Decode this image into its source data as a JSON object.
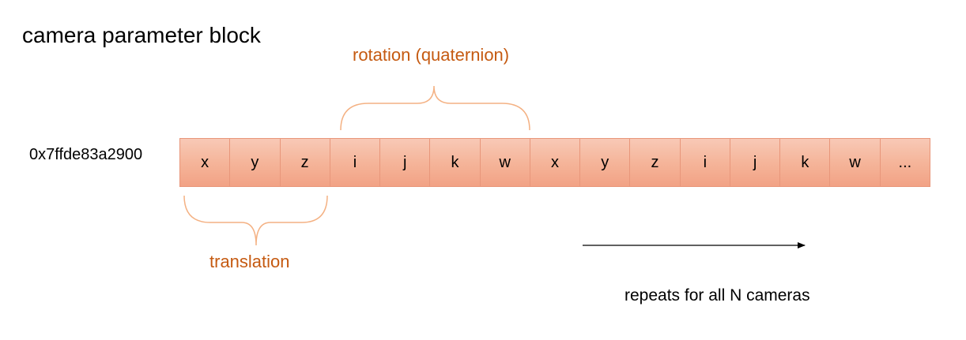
{
  "title": "camera parameter block",
  "address": "0x7ffde83a2900",
  "cells": [
    "x",
    "y",
    "z",
    "i",
    "j",
    "k",
    "w",
    "x",
    "y",
    "z",
    "i",
    "j",
    "k",
    "w",
    "..."
  ],
  "braces": {
    "rotation": "rotation (quaternion)",
    "translation": "translation"
  },
  "repeat_note": "repeats for all N cameras",
  "colors": {
    "cell_fill_top": "#f8c9b6",
    "cell_fill_bottom": "#f2a285",
    "cell_border": "#e8967a",
    "brace": "#f4b183",
    "brace_label": "#c55a11",
    "arrow": "#000000"
  }
}
